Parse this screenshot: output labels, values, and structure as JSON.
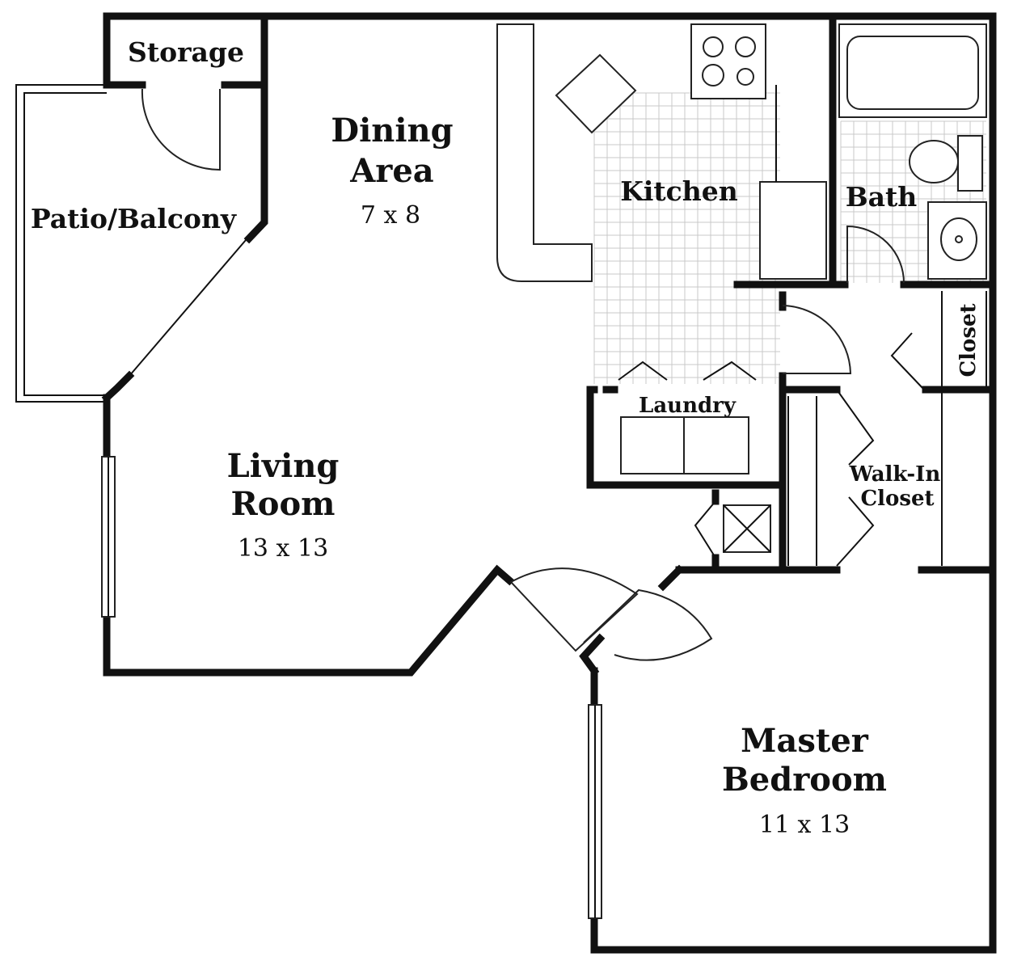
{
  "rooms": {
    "storage": {
      "name": "Storage"
    },
    "patio": {
      "name": "Patio/Balcony"
    },
    "dining": {
      "name_line1": "Dining",
      "name_line2": "Area",
      "size": "7 x 8"
    },
    "kitchen": {
      "name": "Kitchen"
    },
    "bath": {
      "name": "Bath"
    },
    "closet": {
      "name": "Closet"
    },
    "laundry": {
      "name": "Laundry"
    },
    "walkin": {
      "name_line1": "Walk-In",
      "name_line2": "Closet"
    },
    "living": {
      "name_line1": "Living",
      "name_line2": "Room",
      "size": "13 x 13"
    },
    "master": {
      "name_line1": "Master",
      "name_line2": "Bedroom",
      "size": "11 x 13"
    }
  },
  "colors": {
    "wall": "#111111",
    "tile_grid": "#c9c9c9",
    "background": "#ffffff"
  }
}
